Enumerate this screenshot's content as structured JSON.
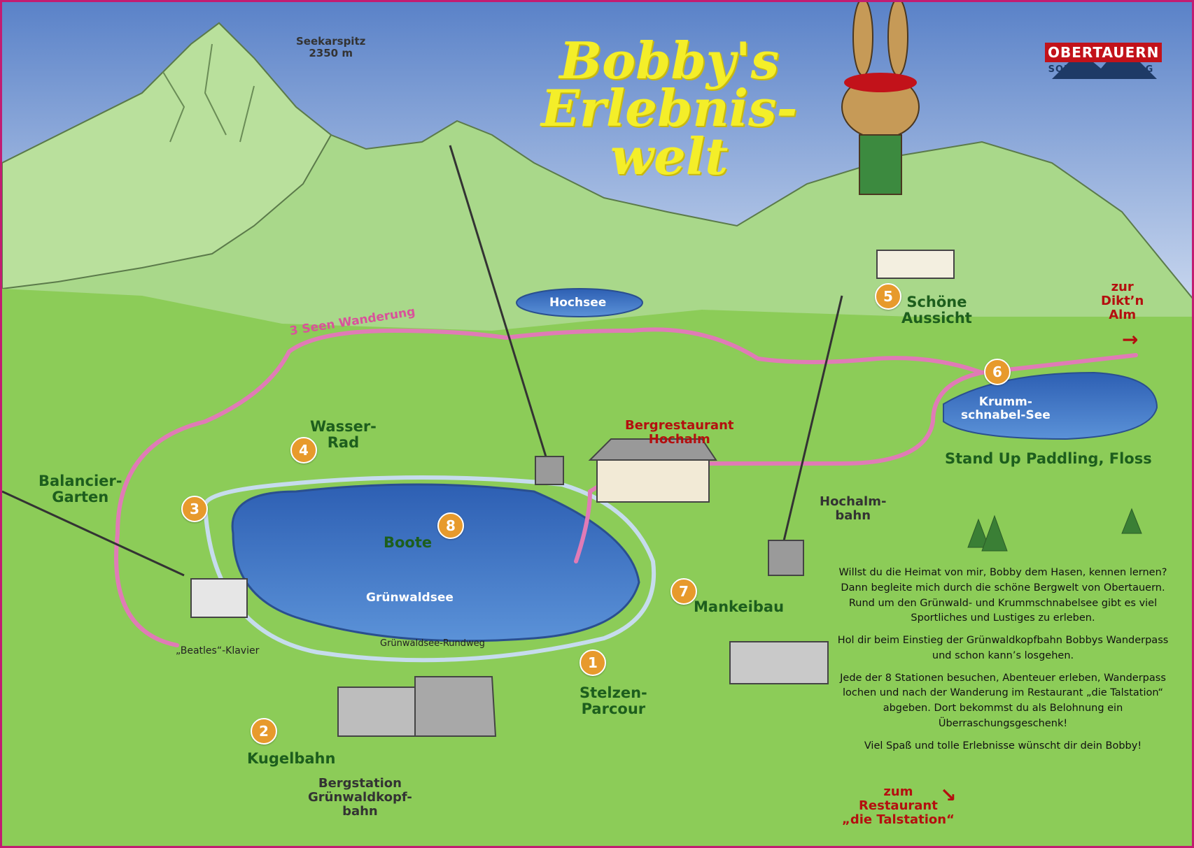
{
  "title": {
    "line1": "Bobby's",
    "line2": "Erlebnis-",
    "line3": "welt"
  },
  "logo": {
    "brand": "OBERTAUERN",
    "sub": "SOMMER AM BERG"
  },
  "peak": {
    "name": "Seekarspitz",
    "altitude": "2350 m"
  },
  "lakes": {
    "hochsee": "Hochsee",
    "gruenwaldsee": "Grünwaldsee",
    "krumm": "Krumm-\nschnabel-See"
  },
  "trails": {
    "wanderung": "3 Seen Wanderung",
    "rundweg": "Grünwaldsee-Rundweg"
  },
  "stations": [
    {
      "number": "1",
      "label": "Stelzen-\nParcour"
    },
    {
      "number": "2",
      "label": "Kugelbahn"
    },
    {
      "number": "3",
      "label": "Balancier-\nGarten"
    },
    {
      "number": "4",
      "label": "Wasser-\nRad"
    },
    {
      "number": "5",
      "label": "Schöne\nAussicht"
    },
    {
      "number": "6",
      "label": "Stand Up Paddling, Floss"
    },
    {
      "number": "7",
      "label": "Mankeibau"
    },
    {
      "number": "8",
      "label": "Boote"
    }
  ],
  "places": {
    "bergrestaurant": "Bergrestaurant\nHochalm",
    "hochalmbahn": "Hochalm-\nbahn",
    "bergstation": "Bergstation\nGrünwaldkopf-\nbahn",
    "beatles": "„Beatles“-Klavier",
    "dikt": "zur\nDikt’n\nAlm",
    "talstation": "zum\nRestaurant\n„die Talstation“"
  },
  "story": [
    "Willst du die Heimat von mir, Bobby dem Hasen, kennen lernen? Dann begleite mich durch die schöne Bergwelt von Obertauern. Rund um den Grünwald- und Krummschnabelsee gibt es viel Sportliches und Lustiges zu erleben.",
    "Hol dir beim Einstieg der Grünwaldkopfbahn Bobbys Wanderpass und schon kann’s losgehen.",
    "Jede der 8 Stationen besuchen, Abenteuer erleben, Wanderpass lochen und nach der Wanderung im Restaurant „die Talstation“ abgeben. Dort bekommst du als Belohnung ein Überraschungsgeschenk!",
    "Viel Spaß und tolle Erlebnisse wünscht dir dein Bobby!"
  ],
  "colors": {
    "sky": "#6e93d0",
    "grass": "#8ccc58",
    "lake": "#3f78c8",
    "trail": "#e07bb6",
    "badge": "#e79a2c",
    "title": "#f4ee29",
    "brand": "#c2121a"
  },
  "icons": {
    "arrow_right": "→",
    "arrow_down": "↘"
  }
}
